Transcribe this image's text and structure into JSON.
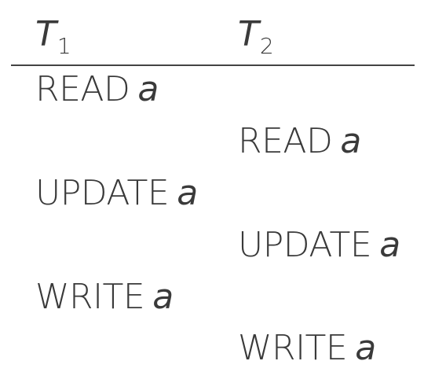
{
  "header": {
    "t1": {
      "letter": "T",
      "sub": "1"
    },
    "t2": {
      "letter": "T",
      "sub": "2"
    }
  },
  "operations": [
    {
      "verb": "READ",
      "var": "a"
    },
    {
      "verb": "READ",
      "var": "a"
    },
    {
      "verb": "UPDATE",
      "var": "a"
    },
    {
      "verb": "UPDATE",
      "var": "a"
    },
    {
      "verb": "WRITE",
      "var": "a"
    },
    {
      "verb": "WRITE",
      "var": "a"
    }
  ]
}
